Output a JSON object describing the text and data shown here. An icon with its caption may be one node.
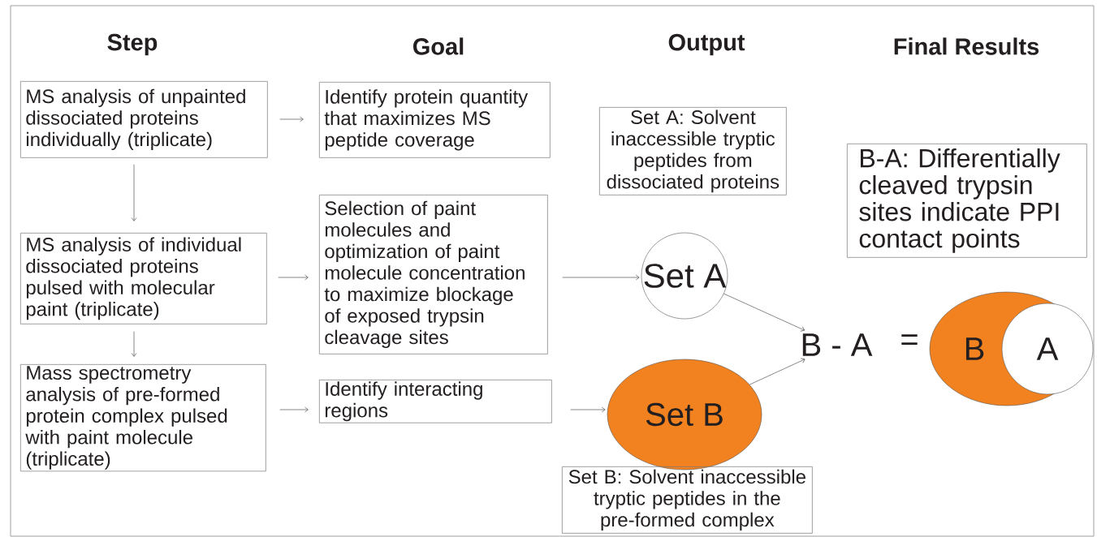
{
  "diagram": {
    "nodes": [
      {
        "text": [
          "MS analysis of unpainted dissociated proteins individually (triplicate)"
        ]
      },
      {
        "text": [
          "MS analysis of individual dissociated proteins pulsed with molecular paint (triplicate)"
        ]
      },
      {
        "text": [
          "Mass spectrometry analysis of pre-formed protein complex pulsed with paint molecule (triplicate)"
        ]
      },
      {
        "text": [
          "Identify protein quantity that maximizes MS peptide coverage"
        ]
      },
      {
        "text": [
          "Selection of paint molecules and optimization of paint molecule concentration to maximize blockage of exposed trypsin cleavage sites"
        ]
      },
      {
        "text": [
          "Identify interacting regions"
        ]
      },
      {
        "text": [
          "Set A: Solvent inaccessible tryptic peptides from dissociated proteins"
        ]
      },
      {
        "text": [
          "Set A"
        ]
      },
      {
        "text": [
          "Set B"
        ]
      },
      {
        "text": [
          "Set B: Solvent inaccessible tryptic peptides in the pre-formed complex"
        ]
      },
      {
        "text": [
          "B - A"
        ]
      },
      {
        "text": [
          "B-A: Differentially cleaved trypsin sites indicate PPI contact points"
        ]
      },
      {
        "text": [
          "B"
        ]
      },
      {
        "text": [
          "A"
        ]
      }
    ],
    "edges": [
      {
        "from": 0,
        "to": 3,
        "arrow": "to"
      },
      {
        "from": 0,
        "to": 1,
        "arrow": "to"
      },
      {
        "from": 1,
        "to": 4,
        "arrow": "to"
      },
      {
        "from": 1,
        "to": 2,
        "arrow": "to"
      },
      {
        "from": 2,
        "to": 5,
        "arrow": "to"
      },
      {
        "from": 4,
        "to": 7,
        "arrow": "to"
      },
      {
        "from": 5,
        "to": 8,
        "arrow": "to"
      },
      {
        "from": 7,
        "to": 10,
        "arrow": "to"
      },
      {
        "from": 8,
        "to": 10,
        "arrow": "to"
      }
    ],
    "labels": [
      "Step",
      "Goal",
      "Output",
      "Final Results",
      "="
    ]
  }
}
